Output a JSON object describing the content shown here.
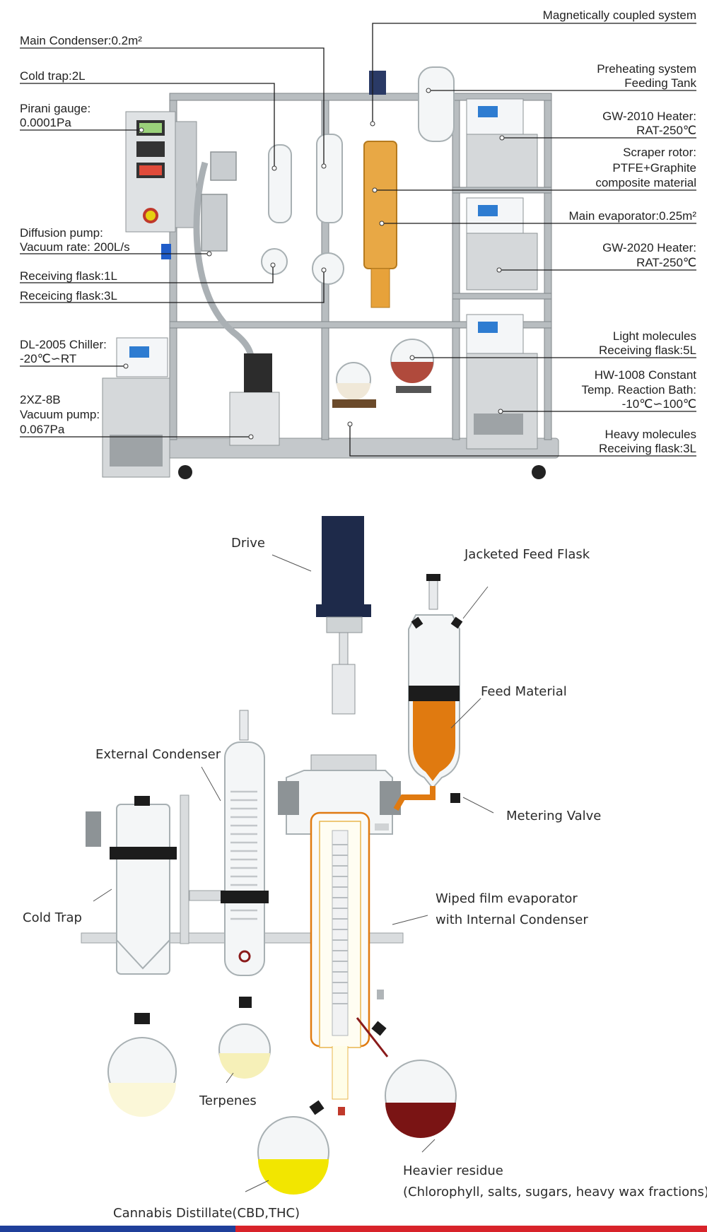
{
  "photo_labels": {
    "magnetic": "Magnetically coupled system",
    "main_condenser": "Main Condenser:0.2m²",
    "cold_trap": "Cold trap:2L",
    "pirani_1": "Pirani gauge:",
    "pirani_2": "0.0001Pa",
    "preheat_1": "Preheating system",
    "preheat_2": "Feeding Tank",
    "gw2010_1": "GW-2010 Heater:",
    "gw2010_2": "RAT-250℃",
    "scraper_1": "Scraper rotor:",
    "scraper_2": "PTFE+Graphite",
    "scraper_3": "composite material",
    "main_evap": "Main evaporator:0.25m²",
    "diffusion_1": "Diffusion pump:",
    "diffusion_2": "Vacuum rate: 200L/s",
    "gw2020_1": "GW-2020 Heater:",
    "gw2020_2": "RAT-250℃",
    "recv1": "Receiving flask:1L",
    "recv3": "Receicing flask:3L",
    "chiller_1": "DL-2005 Chiller:",
    "chiller_2": "-20℃∽RT",
    "light_1": "Light molecules",
    "light_2": "Receiving flask:5L",
    "hw_1": "HW-1008 Constant",
    "hw_2": "Temp. Reaction Bath:",
    "hw_3": "-10℃∽100℃",
    "vac_1": "2XZ-8B",
    "vac_2": "Vacuum pump:",
    "vac_3": "0.067Pa",
    "heavy_1": "Heavy molecules",
    "heavy_2": "Receiving flask:3L"
  },
  "diagram_labels": {
    "drive": "Drive",
    "jacketed": "Jacketed Feed Flask",
    "feed": "Feed Material",
    "external_condenser": "External Condenser",
    "metering": "Metering Valve",
    "cold_trap": "Cold Trap",
    "wiped_1": "Wiped film evaporator",
    "wiped_2": "with Internal Condenser",
    "terpenes": "Terpenes",
    "heavier_1": "Heavier residue",
    "heavier_2": "(Chlorophyll, salts, sugars, heavy wax fractions)",
    "distillate": "Cannabis Distillate(CBD,THC)"
  },
  "colors": {
    "amber": "#e07a10",
    "residue": "#7a1414",
    "distillate": "#f2e600",
    "terpene": "#f6f0b8",
    "drive": "#1e2a4a",
    "bar_blue": "#1f3f9a",
    "bar_red": "#d8232a"
  }
}
